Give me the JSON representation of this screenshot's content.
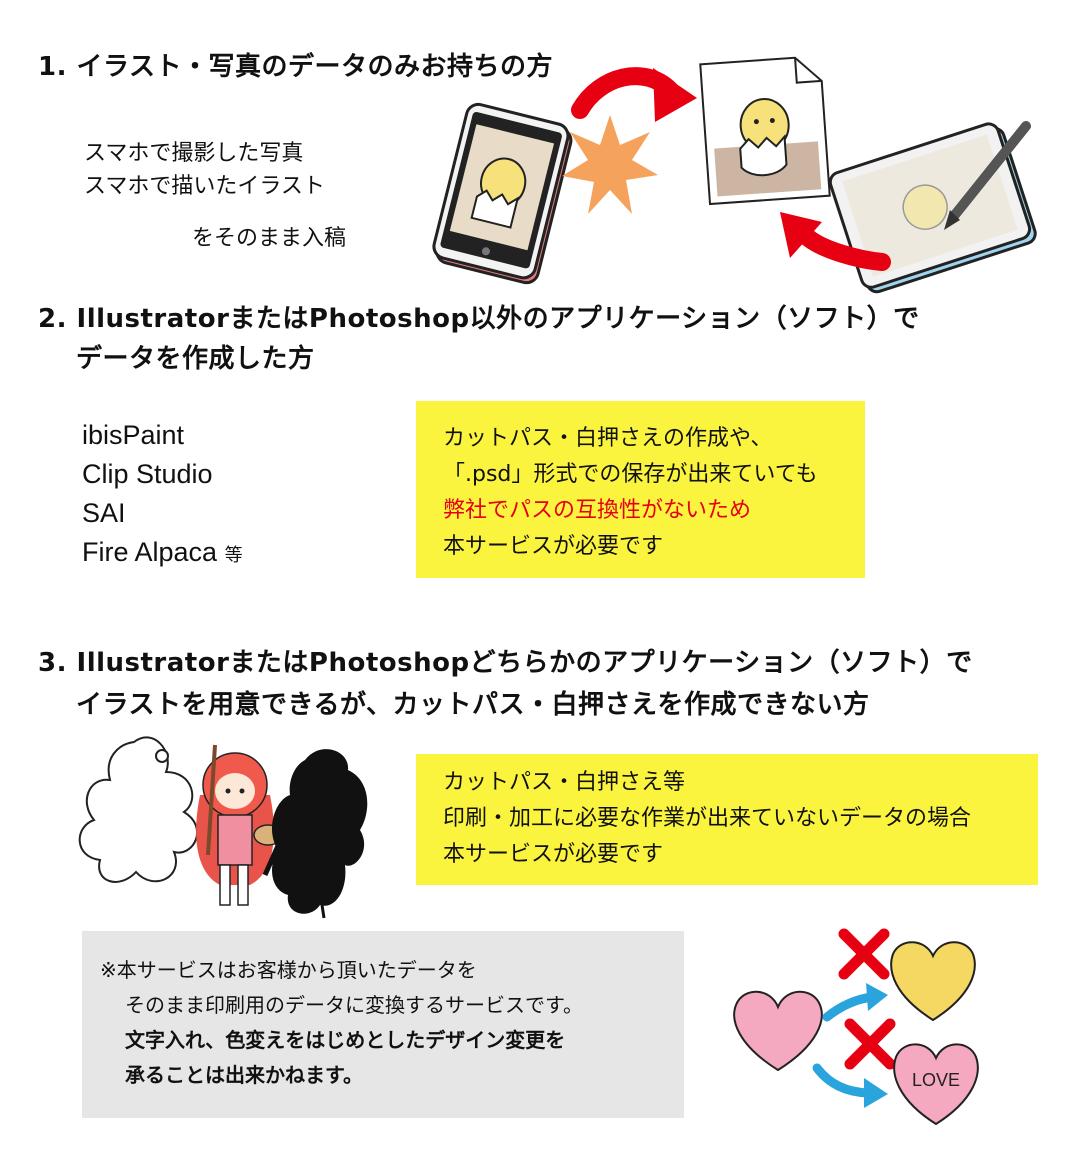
{
  "section1": {
    "heading": "1. イラスト・写真のデータのみお持ちの方",
    "lines": [
      "スマホで撮影した写真",
      "スマホで描いたイラスト"
    ],
    "suffix": "をそのまま入稿"
  },
  "section2": {
    "heading_line1": "2. IllustratorまたはPhotoshop以外のアプリケーション（ソフト）で",
    "heading_line2": "データを作成した方",
    "apps": [
      "ibisPaint",
      "Clip Studio",
      "SAI",
      "Fire Alpaca"
    ],
    "apps_suffix": "等",
    "note": {
      "line1": "カットパス・白押さえの作成や、",
      "line2": "「.psd」形式での保存が出来ていても",
      "line3": "弊社でパスの互換性がないため",
      "line4": "本サービスが必要です"
    }
  },
  "section3": {
    "heading_line1": "3. IllustratorまたはPhotoshopどちらかのアプリケーション（ソフト）で",
    "heading_line2": "イラストを用意できるが、カットパス・白押さえを作成できない方",
    "note": {
      "line1": "カットパス・白押さえ等",
      "line2": "印刷・加工に必要な作業が出来ていないデータの場合",
      "line3": "本サービスが必要です"
    }
  },
  "disclaimer": {
    "line1": "※本サービスはお客様から頂いたデータを",
    "line2": "そのまま印刷用のデータに変換するサービスです。",
    "line3": "文字入れ、色変えをはじめとしたデザイン変更を",
    "line4": "承ることは出来かねます。"
  },
  "heart_label": "LOVE",
  "colors": {
    "highlight": "#fbf43f",
    "notice_bg": "#e6e6e6",
    "accent_red": "#e60012",
    "arrow_blue": "#2aa4dc",
    "heart_pink": "#f4a9c0",
    "heart_yellow": "#f5d862"
  }
}
